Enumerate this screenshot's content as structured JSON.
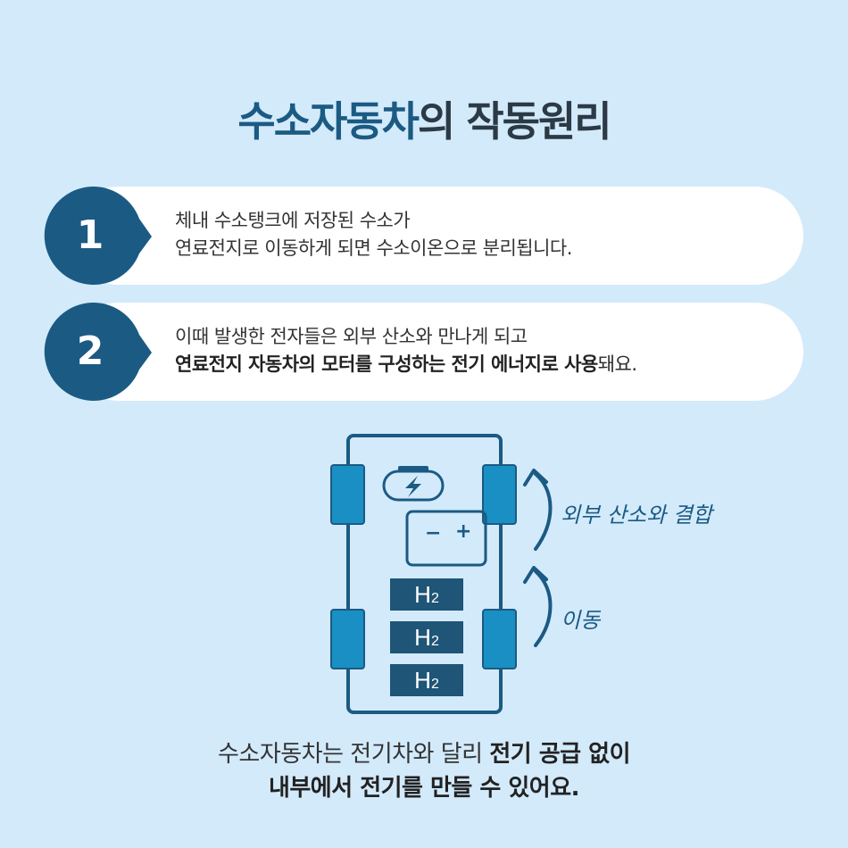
{
  "title": {
    "accent": "수소자동차",
    "rest": "의 작동원리"
  },
  "steps": [
    {
      "number": "1",
      "line1": "체내 수소탱크에 저장된 수소가",
      "line2": "연료전지로 이동하게 되면 수소이온으로 분리됩니다."
    },
    {
      "number": "2",
      "line1": "이때 발생한 전자들은 외부 산소와 만나게 되고",
      "line2_bold": "연료전지 자동차의 모터를 구성하는 전기 에너지로 사용",
      "line2_tail": "돼요."
    }
  ],
  "diagram": {
    "note_top": "외부 산소와 결합",
    "note_bottom": "이동",
    "battery_minus": "−",
    "battery_plus": "+",
    "tank_label": "H",
    "tank_sub": "2"
  },
  "bottom": {
    "line1_normal": "수소자동차는 전기차와 달리 ",
    "line1_bold": "전기 공급 없이",
    "line2_bold": "내부에서 전기를 만들 수 있어요."
  },
  "colors": {
    "background": "#d3eafb",
    "navy": "#1b5a83",
    "wheel": "#1a8fc4",
    "tank": "#1f5577"
  }
}
